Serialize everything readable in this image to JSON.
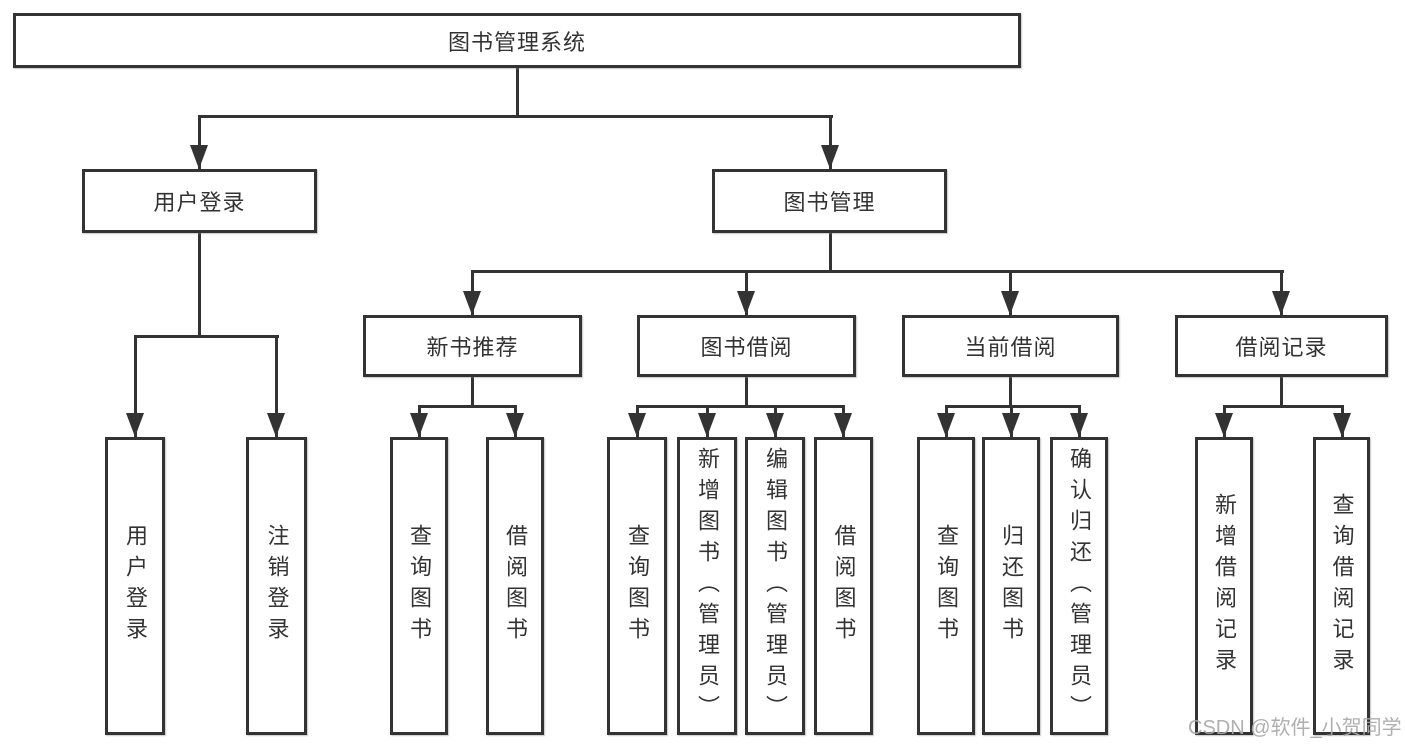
{
  "tree": {
    "label": "图书管理系统",
    "children": [
      {
        "label": "用户登录",
        "children": [
          {
            "label": "用户登录"
          },
          {
            "label": "注销登录"
          }
        ]
      },
      {
        "label": "图书管理",
        "children": [
          {
            "label": "新书推荐",
            "children": [
              {
                "label": "查询图书"
              },
              {
                "label": "借阅图书"
              }
            ]
          },
          {
            "label": "图书借阅",
            "children": [
              {
                "label": "查询图书"
              },
              {
                "label": "新增图书（管理员）"
              },
              {
                "label": "编辑图书（管理员）"
              },
              {
                "label": "借阅图书"
              }
            ]
          },
          {
            "label": "当前借阅",
            "children": [
              {
                "label": "查询图书"
              },
              {
                "label": "归还图书"
              },
              {
                "label": "确认归还（管理员）"
              }
            ]
          },
          {
            "label": "借阅记录",
            "children": [
              {
                "label": "新增借阅记录"
              },
              {
                "label": "查询借阅记录"
              }
            ]
          }
        ]
      }
    ]
  },
  "watermark": {
    "text": "CSDN @软件_小贺同学"
  },
  "colors": {
    "line": "#333333",
    "box_background": "#ffffff",
    "text": "#333333",
    "watermark": "#a8a8a8"
  }
}
